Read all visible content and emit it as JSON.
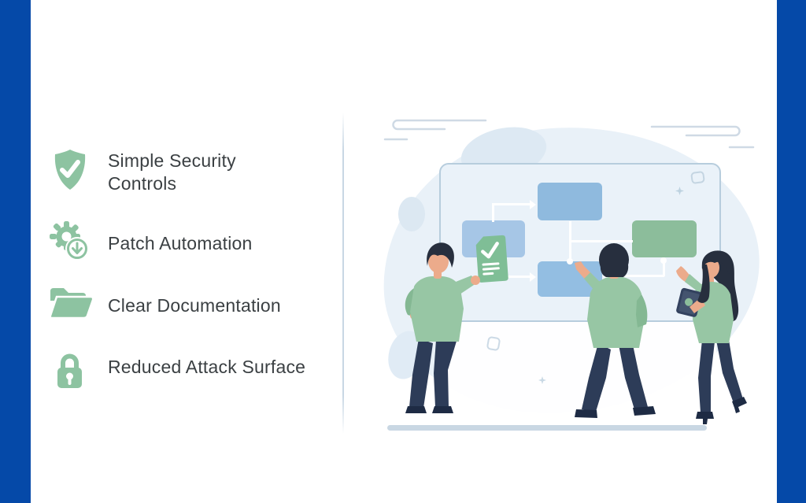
{
  "page": {
    "background": "#ffffff",
    "side_bar_color": "#0549a8"
  },
  "features": {
    "text_color": "#3b4043",
    "icon_color": "#8dc3a1",
    "items": [
      {
        "icon": "shield-check-icon",
        "label": "Simple Security Controls"
      },
      {
        "icon": "patch-automation-icon",
        "label": "Patch Automation"
      },
      {
        "icon": "folder-icon",
        "label": "Clear Documentation"
      },
      {
        "icon": "lock-icon",
        "label": "Reduced Attack Surface"
      }
    ]
  },
  "illustration": {
    "palette": {
      "background_blob": "#e9f1f8",
      "board_fill": "#eaf2f9",
      "board_border": "#b7cddd",
      "connector": "#ffffff",
      "flow_box_blue_top": "#8fbade",
      "flow_box_blue_left": "#a6c6e6",
      "flow_box_blue_bottom": "#93bee2",
      "flow_box_green": "#8cbd9b",
      "shirt_green": "#97c6a4",
      "pants_navy": "#2d3c58",
      "hair_dark": "#272f3e",
      "skin": "#ecab8b",
      "checklist_document_green": "#7fbe96",
      "ground": "#c9d7e3",
      "divider": "#c8d7e4"
    }
  }
}
